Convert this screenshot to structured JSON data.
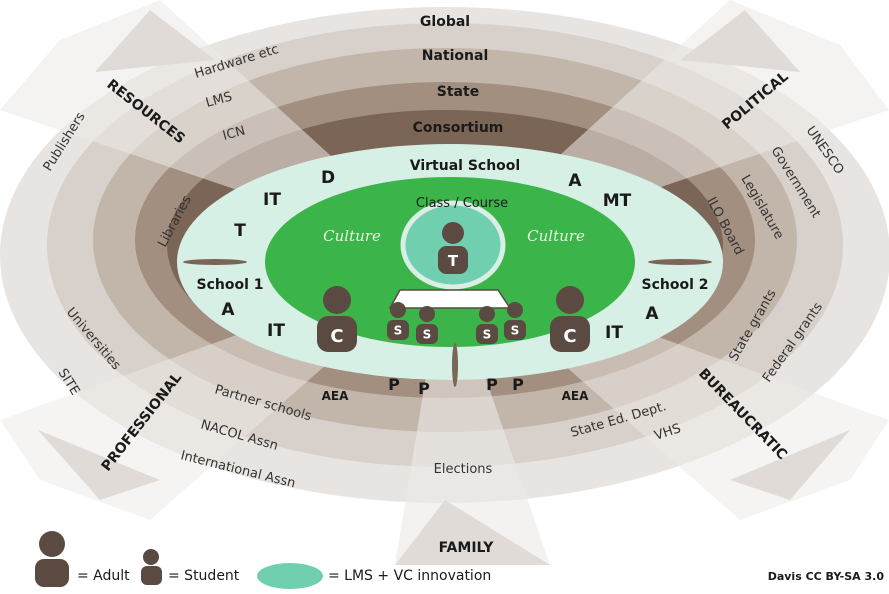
{
  "rings": {
    "global": "Global",
    "national": "National",
    "state": "State",
    "consortium": "Consortium",
    "virtual_school": "Virtual School",
    "class_course": "Class / Course"
  },
  "culture": [
    "Culture",
    "Culture"
  ],
  "schools": {
    "school1": "School 1",
    "school2": "School 2"
  },
  "sectors": {
    "resources": "RESOURCES",
    "political": "POLITICAL",
    "professional": "PROFESSIONAL",
    "bureaucratic": "BUREAUCRATIC",
    "family": "FAMILY"
  },
  "resources_items": [
    "Hardware etc",
    "LMS",
    "ICN",
    "Publishers",
    "Libraries"
  ],
  "political_items": [
    "UNESCO",
    "Government",
    "Legislature",
    "ILO Board"
  ],
  "professional_items": [
    "Universities",
    "SITE",
    "Partner schools",
    "NACOL Assn",
    "International Assn"
  ],
  "bureaucratic_items": [
    "State grants",
    "Federal grants",
    "State Ed. Dept.",
    "VHS"
  ],
  "family_items": [
    "Elections"
  ],
  "role_letters": {
    "it_upper": "IT",
    "d": "D",
    "a_upper": "A",
    "mt": "MT",
    "t": "T",
    "a_left": "A",
    "it_left": "IT",
    "it_right": "IT",
    "a_right": "A",
    "aea_left": "AEA",
    "aea_right": "AEA",
    "p": "P"
  },
  "figures": {
    "teacher": "T",
    "coordinator": "C",
    "student": "S"
  },
  "legend": {
    "adult": "= Adult",
    "student": "= Student",
    "lms": "= LMS + VC innovation",
    "credit": "Davis CC BY-SA 3.0"
  },
  "colors": {
    "outer_light": "#e8e4e1",
    "ring_2": "#d8d1cb",
    "ring_3": "#c2b5aa",
    "ring_4": "#a38f80",
    "ring_5": "#7b6556",
    "inner_mint": "#d6f0e6",
    "green_class": "#3bb54a",
    "teal": "#6fcfae",
    "figure_dark": "#5a4a42",
    "text_dark": "#1a1a1a"
  }
}
